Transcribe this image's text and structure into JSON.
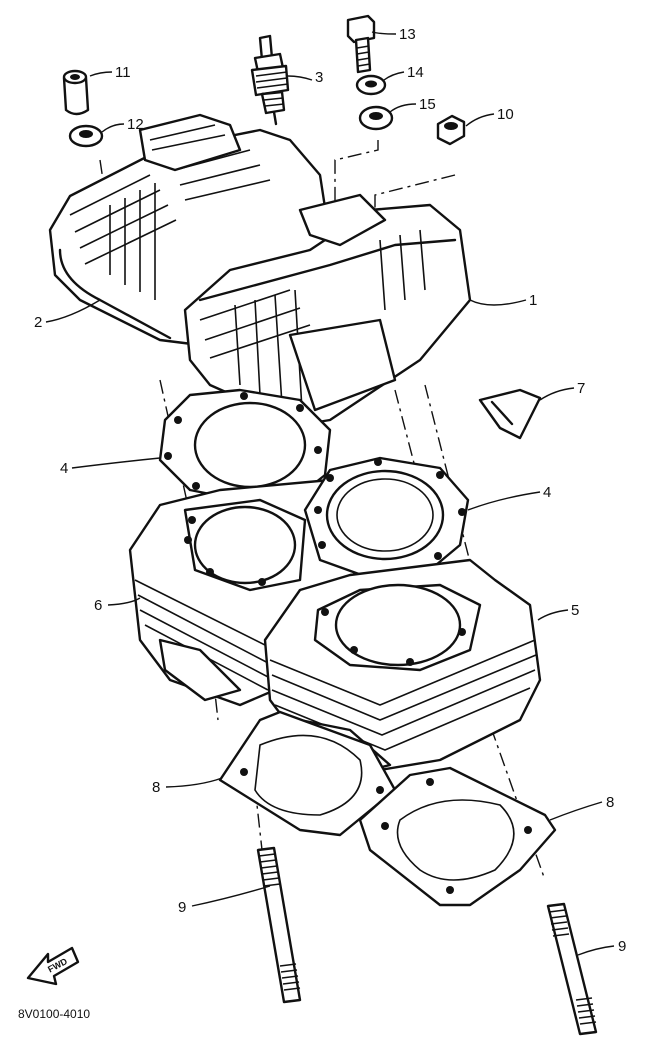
{
  "diagram": {
    "drawing_code": "8V0100-4010",
    "fwd_label": "FWD",
    "callouts": [
      {
        "id": "1",
        "label": "1"
      },
      {
        "id": "2",
        "label": "2"
      },
      {
        "id": "3",
        "label": "3"
      },
      {
        "id": "4a",
        "label": "4"
      },
      {
        "id": "4b",
        "label": "4"
      },
      {
        "id": "5",
        "label": "5"
      },
      {
        "id": "6",
        "label": "6"
      },
      {
        "id": "7",
        "label": "7"
      },
      {
        "id": "8a",
        "label": "8"
      },
      {
        "id": "8b",
        "label": "8"
      },
      {
        "id": "9a",
        "label": "9"
      },
      {
        "id": "9b",
        "label": "9"
      },
      {
        "id": "10",
        "label": "10"
      },
      {
        "id": "11",
        "label": "11"
      },
      {
        "id": "12",
        "label": "12"
      },
      {
        "id": "13",
        "label": "13"
      },
      {
        "id": "14",
        "label": "14"
      },
      {
        "id": "15",
        "label": "15"
      }
    ]
  }
}
